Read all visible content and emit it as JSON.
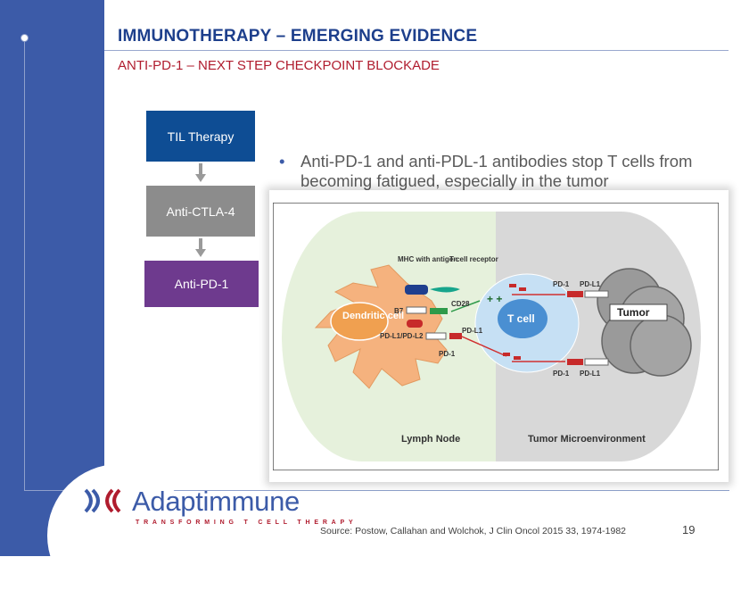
{
  "slide": {
    "title": "IMMUNOTHERAPY – EMERGING EVIDENCE",
    "subtitle": "ANTI-PD-1 – NEXT STEP CHECKPOINT BLOCKADE",
    "page_number": "19",
    "source": "Source: Postow, Callahan and Wolchok, J Clin Oncol 2015 33, 1974-1982"
  },
  "steps": [
    {
      "label": "TIL Therapy",
      "color": "#0e4d94"
    },
    {
      "label": "Anti-CTLA-4",
      "color": "#8c8c8c"
    },
    {
      "label": "Anti-PD-1",
      "color": "#6e3a8e"
    }
  ],
  "bullet": {
    "marker": "•",
    "text": "Anti-PD-1 and anti-PDL-1 antibodies stop T cells from becoming fatigued, especially in the tumor"
  },
  "figure": {
    "mhc_label": "MHC with antigen",
    "tcr_label": "T-cell receptor",
    "cd28_label": "CD28",
    "b7_label": "B7",
    "pdl1_pdl2_label": "PD-L1/PD-L2",
    "pd1_label": "PD-1",
    "pdl1_label": "PD-L1",
    "dendritic_label": "Dendritic cell",
    "tcell_label": "T cell",
    "tumor_label": "Tumor",
    "lymph_node_label": "Lymph Node",
    "tumor_env_label": "Tumor Microenvironment",
    "pd1_top": "PD-1",
    "pdl1_top": "PD-L1",
    "pd1_bottom": "PD-1",
    "pdl1_bottom": "PD-L1"
  },
  "logo": {
    "name": "Adaptimmune",
    "tagline": "TRANSFORMING T CELL THERAPY"
  },
  "colors": {
    "sidebar": "#3c5ba8",
    "title": "#1d3f8c",
    "subtitle": "#b01c2e"
  }
}
